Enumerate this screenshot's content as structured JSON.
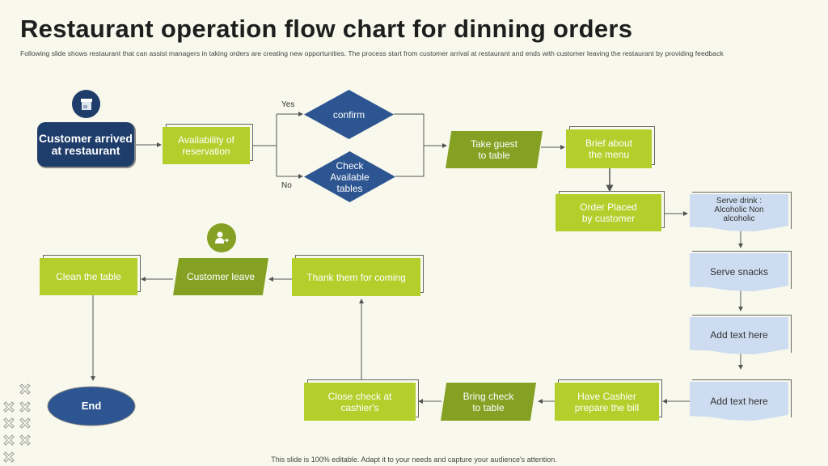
{
  "title": "Restaurant operation flow chart for dinning orders",
  "subtitle": "Following slide shows restaurant that can assist managers in taking orders are creating new opportunities. The process start from customer arrival at restaurant and ends with customer leaving  the restaurant by providing feedback",
  "footer": "This slide is 100% editable. Adapt it to your needs and capture your audience's attention.",
  "nodes": {
    "start": "Customer arrived at restaurant",
    "availability": "Availability  of reservation",
    "confirm": "confirm",
    "check": "Check Available tables",
    "yes": "Yes",
    "no": "No",
    "take_guest": "Take guest to table",
    "brief": "Brief about the menu",
    "order": "Order Placed by customer",
    "drink": "Serve drink : Alcoholic Non alcoholic",
    "snacks": "Serve snacks",
    "add1": "Add text here",
    "add2": "Add text here",
    "cashier": "Have Cashier prepare the bill",
    "bring": "Bring check to table",
    "close": "Close check at cashier's",
    "thank": "Thank them for coming",
    "leave": "Customer leave",
    "clean": "Clean the table",
    "end": "End"
  },
  "icons": {
    "start": "store-icon",
    "leave": "user-exit-icon"
  },
  "colors": {
    "navy": "#1f3d6b",
    "blue": "#2c5591",
    "green": "#b4cf2c",
    "dark_green": "#84a124",
    "light_blue": "#cddcf0"
  }
}
